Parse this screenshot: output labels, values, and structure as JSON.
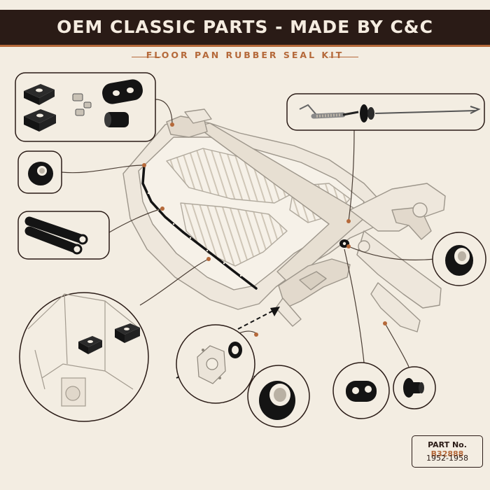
{
  "banner": {
    "title": "OEM CLASSIC PARTS - MADE BY C&C"
  },
  "subtitle": "FLOOR PAN RUBBER SEAL KIT",
  "part_box": {
    "label": "PART No.",
    "number": "B32888",
    "years": "1952-1958"
  },
  "colors": {
    "banner_bg": "#2a1b16",
    "accent": "#b5693a",
    "paper": "#f3ede2",
    "rubber": "#141414"
  },
  "callouts": [
    {
      "part": "seal-block-and-grommet-set",
      "icon": "rubber-blocks-icon"
    },
    {
      "part": "floor-pan-edge-grommet",
      "icon": "round-grommet-icon"
    },
    {
      "part": "double-rubber-tube-seal",
      "icon": "tube-seal-icon"
    },
    {
      "part": "body-mount-pads",
      "icon": "mount-pads-icon"
    },
    {
      "part": "shifter-rod-boot",
      "icon": "push-in-grommet-icon"
    },
    {
      "part": "cable-with-grommet",
      "icon": "cable-grommet-icon"
    },
    {
      "part": "large-round-bushing",
      "icon": "round-bushing-icon"
    },
    {
      "part": "oval-two-hole-grommet",
      "icon": "oval-grommet-icon"
    },
    {
      "part": "flanged-plug",
      "icon": "flanged-plug-icon"
    }
  ]
}
